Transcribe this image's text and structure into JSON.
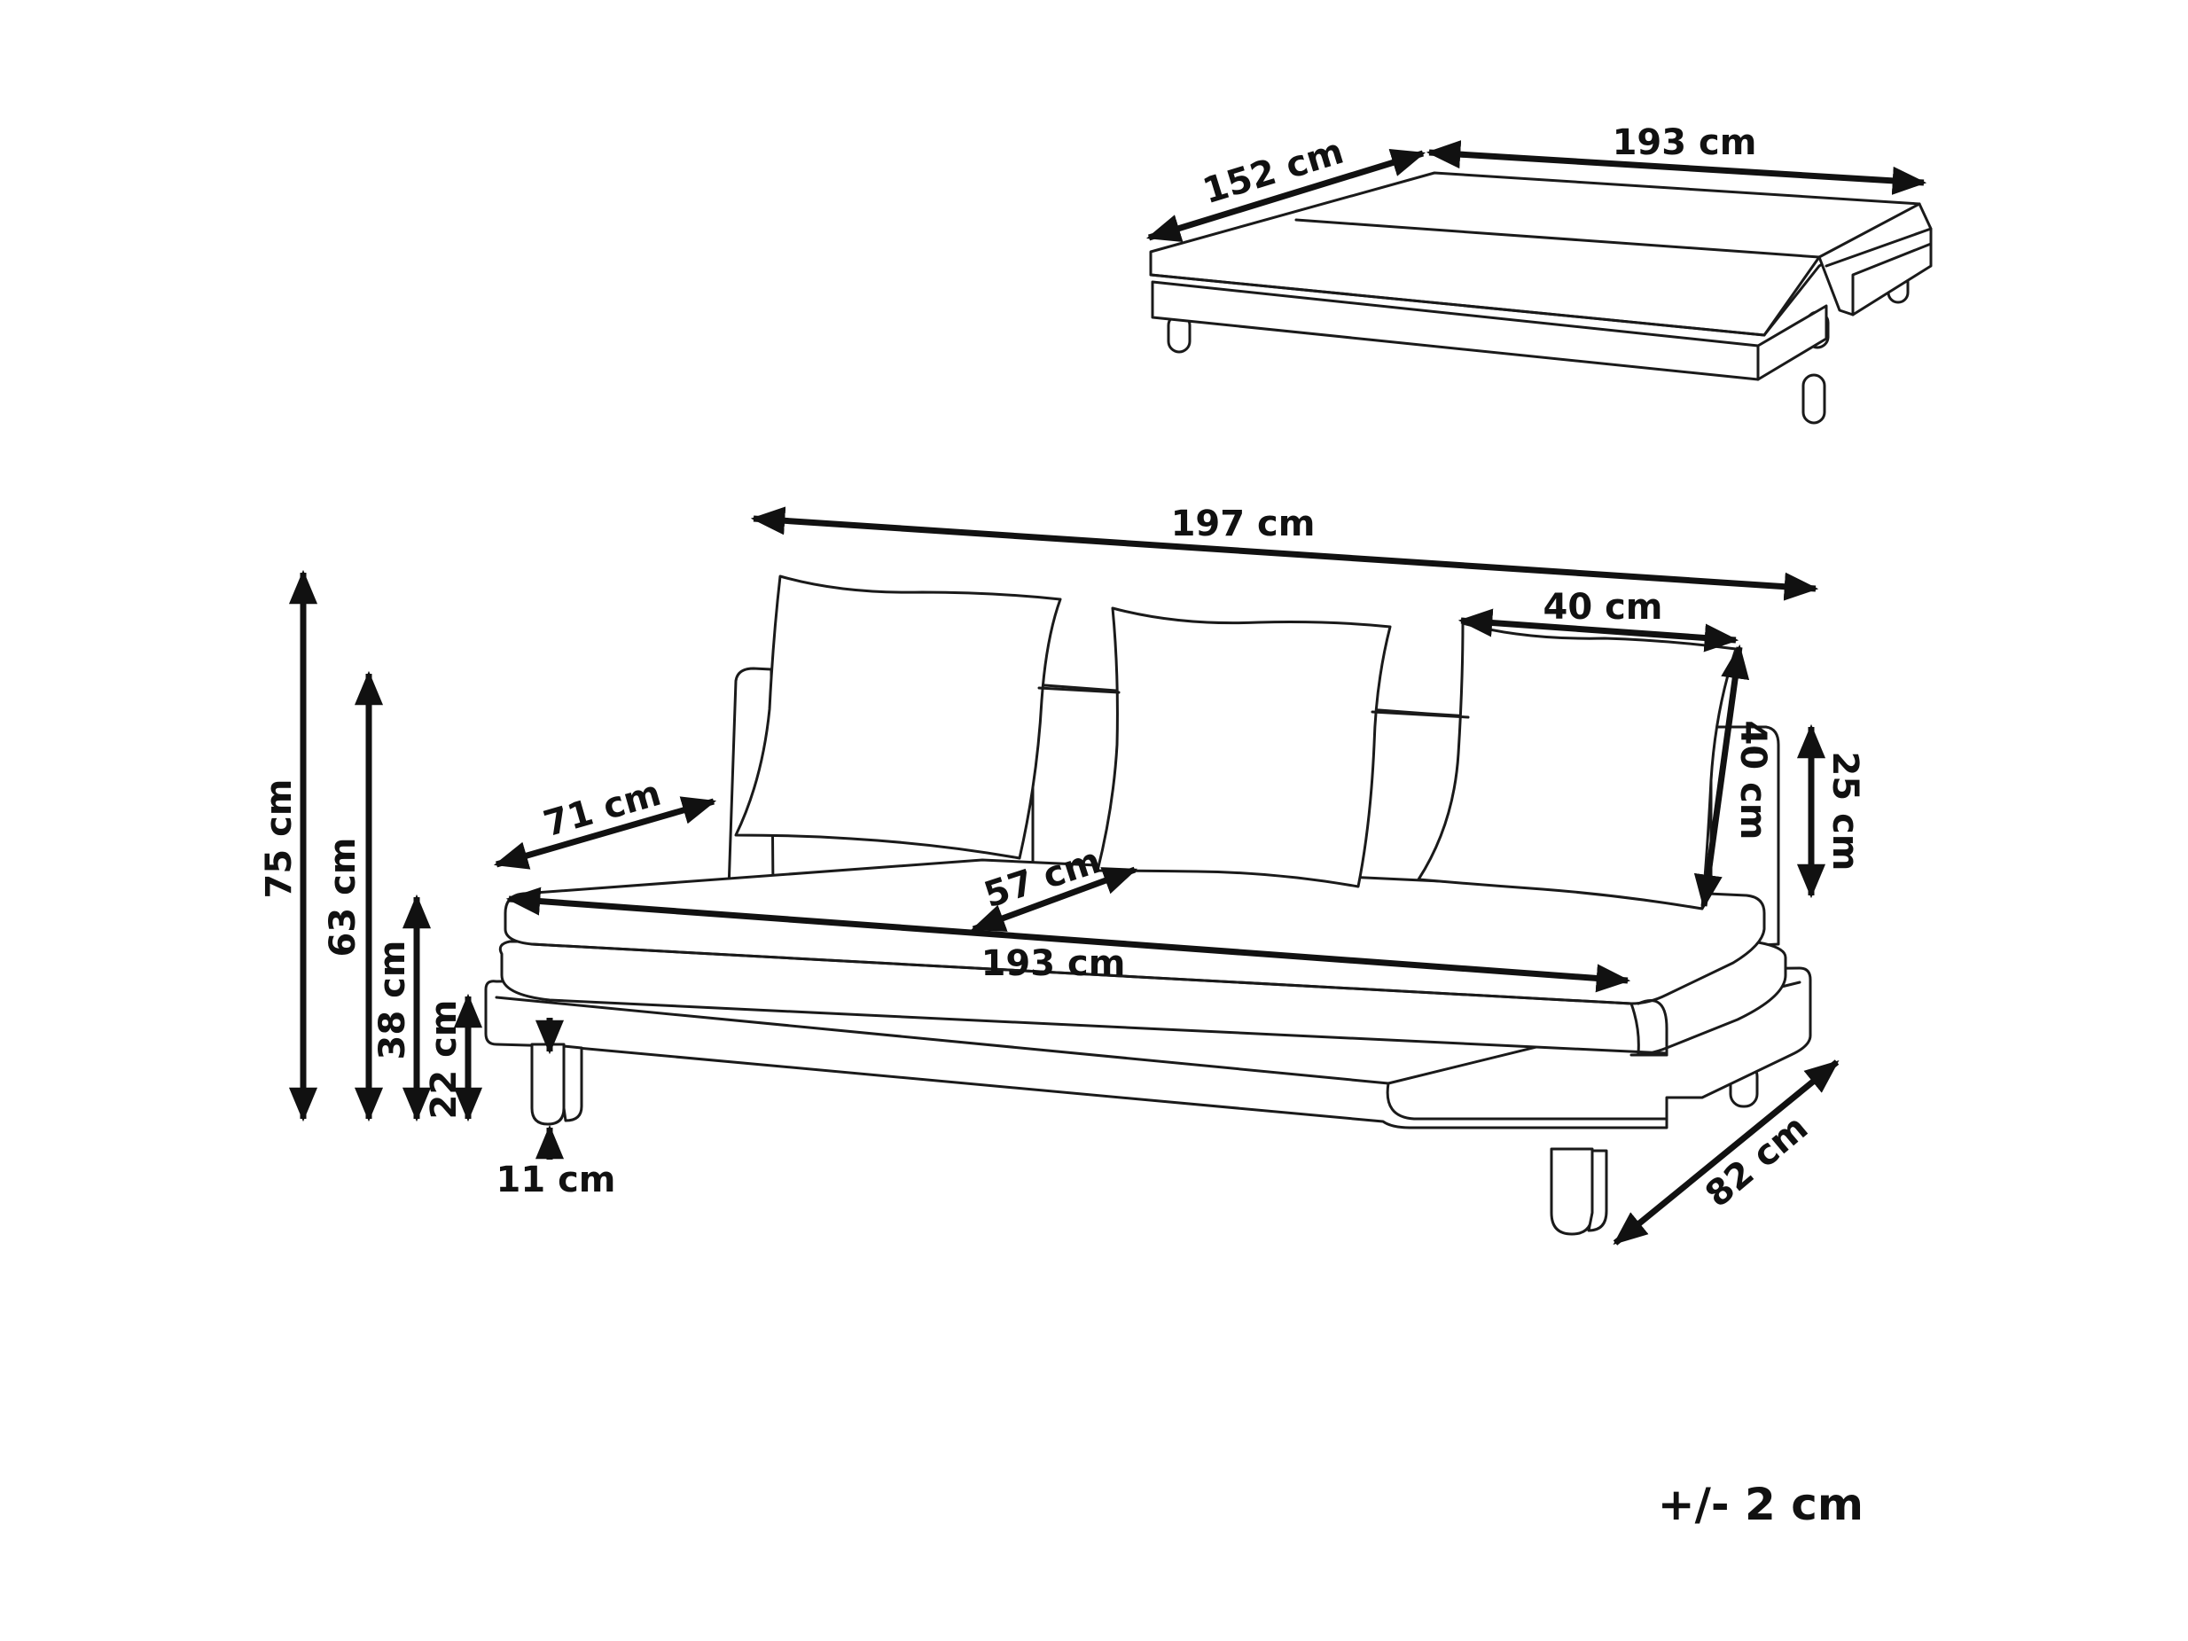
{
  "bed_dims": {
    "depth": "152 cm",
    "length": "193 cm"
  },
  "sofa_dims": {
    "total_width": "197 cm",
    "pillow_width": "40 cm",
    "pillow_height": "40 cm",
    "armrest_height": "25 cm",
    "armrest_depth": "71 cm",
    "seat_depth": "57 cm",
    "seat_width": "193 cm",
    "total_depth": "82 cm",
    "total_height": "75 cm",
    "back_height": "63 cm",
    "seat_height": "38 cm",
    "frame_height": "22 cm",
    "leg_height": "11 cm"
  },
  "tolerance": "+/- 2 cm"
}
